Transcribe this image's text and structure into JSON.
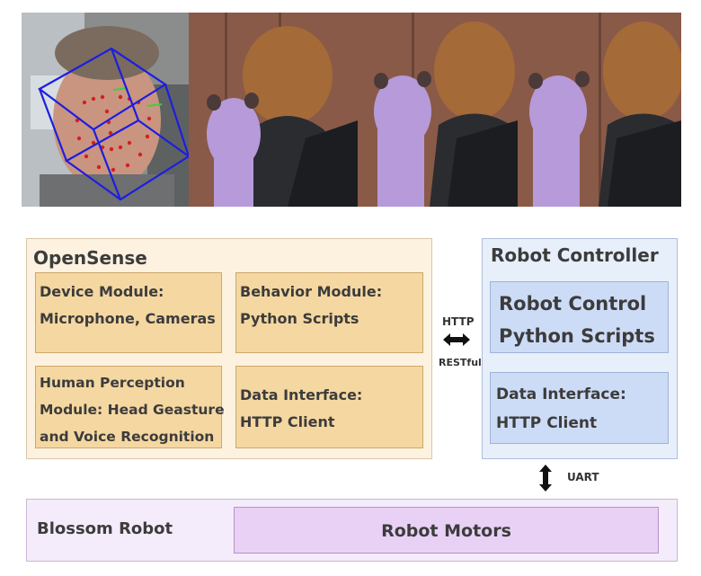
{
  "photos": [
    {
      "alt": "face tracking view with head pose cube and facial landmarks"
    },
    {
      "alt": "person seated facing purple knitted Blossom robot"
    },
    {
      "alt": "person seated facing purple knitted Blossom robot"
    },
    {
      "alt": "person seated facing purple knitted Blossom robot"
    }
  ],
  "opensense": {
    "title": "OpenSense",
    "device_module": [
      "Device Module:",
      "Microphone, Cameras"
    ],
    "behavior_module": [
      "Behavior Module:",
      "Python Scripts"
    ],
    "human_perception": [
      "Human Perception",
      "Module: Head Geasture",
      "and Voice Recognition"
    ],
    "data_interface": [
      "Data Interface:",
      "HTTP Client"
    ]
  },
  "connections": {
    "http": "HTTP",
    "restful": "RESTful",
    "uart": "UART"
  },
  "robot_controller": {
    "title": "Robot Controller",
    "robot_control": [
      "Robot Control",
      "Python Scripts"
    ],
    "data_interface": [
      "Data Interface:",
      "HTTP Client"
    ]
  },
  "blossom": {
    "title": "Blossom Robot",
    "motors": "Robot Motors"
  },
  "colors": {
    "opensense_bg": "#fdf2df",
    "module_orange": "#f5d7a1",
    "controller_bg": "#e7effb",
    "module_blue": "#cddcf6",
    "blossom_bg": "#f5ecfb",
    "motors_purple": "#e9d1f6"
  }
}
